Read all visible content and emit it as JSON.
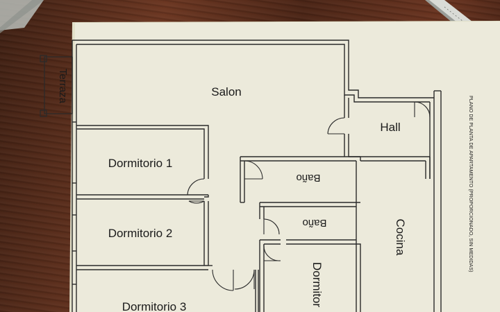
{
  "rooms": {
    "salon": "Salon",
    "terraza": "Terraza",
    "hall": "Hall",
    "dormitorio_1": "Dormitorio 1",
    "dormitorio_2": "Dormitorio 2",
    "dormitorio_3": "Dormitorio 3",
    "dormitorio_4": "Dormitor",
    "bano_1": "Baño",
    "bano_2": "Baño",
    "cocina": "Cocina"
  },
  "caption": "PLANO DE PLANTA DE APARTAMENTO (PROPORCIONADO, SIN MEDIDAS)",
  "colors": {
    "paper": "#ecead6",
    "wall": "#2a2a2a",
    "wood": "#5a2d1b",
    "ruler": "#d9dbd6"
  }
}
